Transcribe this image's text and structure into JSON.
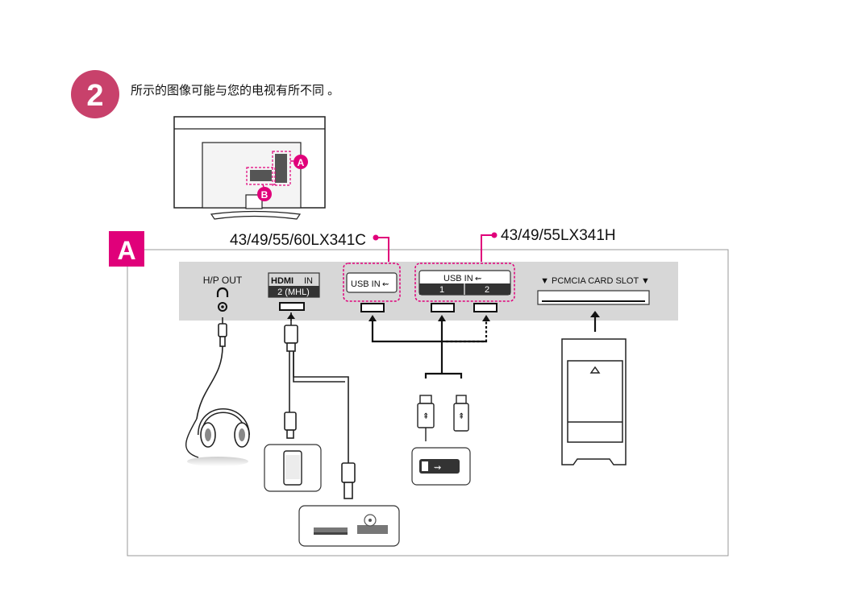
{
  "step": {
    "number": "2",
    "note": "所示的图像可能与您的电视有所不同 。"
  },
  "tv_overview": {
    "callout_a": "A",
    "callout_b": "B"
  },
  "panel": {
    "badge": "A",
    "model_left": "43/49/55/60LX341C",
    "model_right": "43/49/55LX341H"
  },
  "ports": {
    "hp_out": "H/P OUT",
    "hdmi_logo": "HDMI",
    "hdmi_in": "IN",
    "hdmi_sub": "2 (MHL)",
    "usb_single": "USB IN",
    "usb_dual": "USB IN",
    "usb_port1": "1",
    "usb_port2": "2",
    "pcmcia": "▼ PCMCIA CARD SLOT ▼"
  },
  "colors": {
    "accent_magenta": "#e0007a",
    "step_circle": "#c8416b",
    "panel_gray": "#d7d7d7",
    "dark": "#222222"
  },
  "icons": [
    "headphones-icon",
    "smartphone-icon",
    "set-top-box-icon",
    "disc-player-icon",
    "usb-drive-icon",
    "usb-symbol-icon",
    "ci-module-card-icon"
  ]
}
